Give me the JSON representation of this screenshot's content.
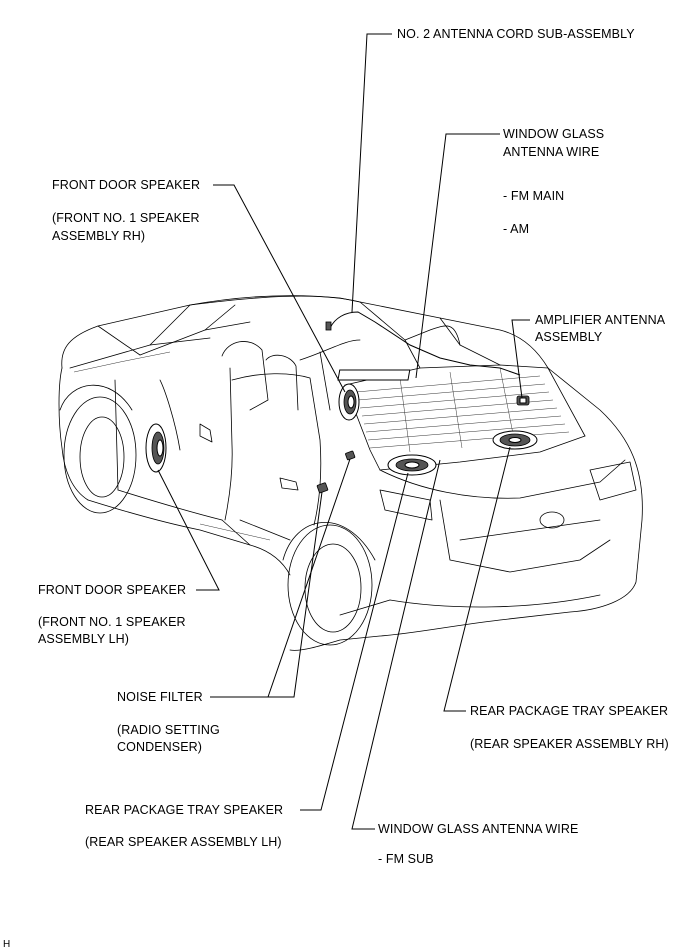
{
  "labels": {
    "antenna_cord": "NO. 2 ANTENNA CORD SUB-ASSEMBLY",
    "window_glass_antenna_wire_1": "WINDOW GLASS",
    "window_glass_antenna_wire_2": "ANTENNA WIRE",
    "fm_main": "- FM MAIN",
    "am": "- AM",
    "front_door_speaker_rh": "FRONT DOOR SPEAKER",
    "front_no1_rh_1": "(FRONT NO. 1 SPEAKER",
    "front_no1_rh_2": "ASSEMBLY RH)",
    "amplifier_antenna_1": "AMPLIFIER ANTENNA",
    "amplifier_antenna_2": "ASSEMBLY",
    "front_door_speaker_lh": "FRONT DOOR SPEAKER",
    "front_no1_lh_1": "(FRONT NO. 1 SPEAKER",
    "front_no1_lh_2": "ASSEMBLY LH)",
    "noise_filter": "NOISE FILTER",
    "radio_setting_1": "(RADIO SETTING",
    "radio_setting_2": "CONDENSER)",
    "rear_tray_speaker_rh": "REAR PACKAGE TRAY SPEAKER",
    "rear_speaker_rh": "(REAR SPEAKER ASSEMBLY RH)",
    "rear_tray_speaker_lh": "REAR PACKAGE TRAY SPEAKER",
    "rear_speaker_lh": "(REAR SPEAKER ASSEMBLY LH)",
    "window_glass_antenna_wire_fm": "WINDOW GLASS ANTENNA WIRE",
    "fm_sub": "- FM SUB",
    "corner_mark": "H"
  }
}
